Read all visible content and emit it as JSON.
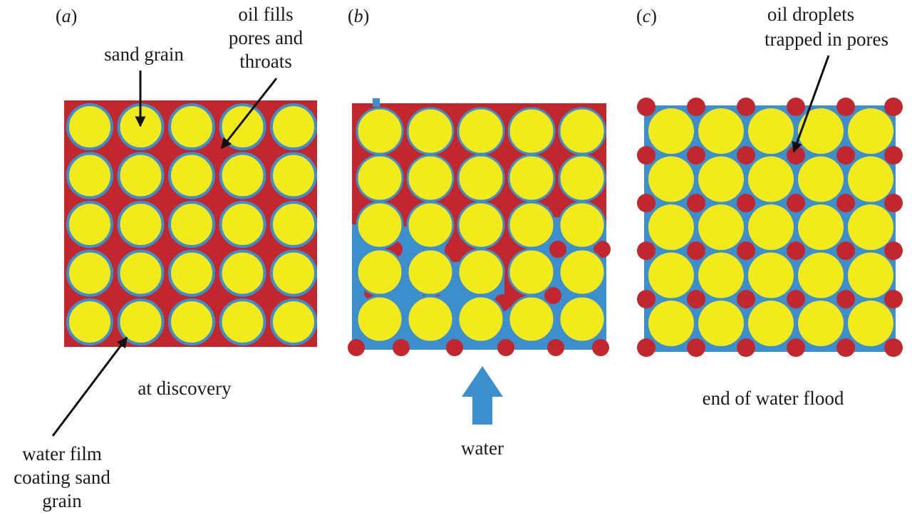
{
  "colors": {
    "oil": "#c1272d",
    "water": "#3b8fcf",
    "sand": "#f2ea1a",
    "arrow": "#111111",
    "water_arrow": "#3b8fcf"
  },
  "panels": [
    {
      "letter": "a",
      "caption": "at discovery"
    },
    {
      "letter": "b",
      "caption": ""
    },
    {
      "letter": "c",
      "caption": "end of water flood"
    }
  ],
  "annotations": {
    "sand_grain": "sand grain",
    "oil_fills": [
      "oil fills",
      "pores and",
      "throats"
    ],
    "water_film": [
      "water film",
      "coating sand",
      "grain"
    ],
    "oil_droplets": [
      "oil droplets",
      "trapped in pores"
    ],
    "water_flow": "water"
  }
}
